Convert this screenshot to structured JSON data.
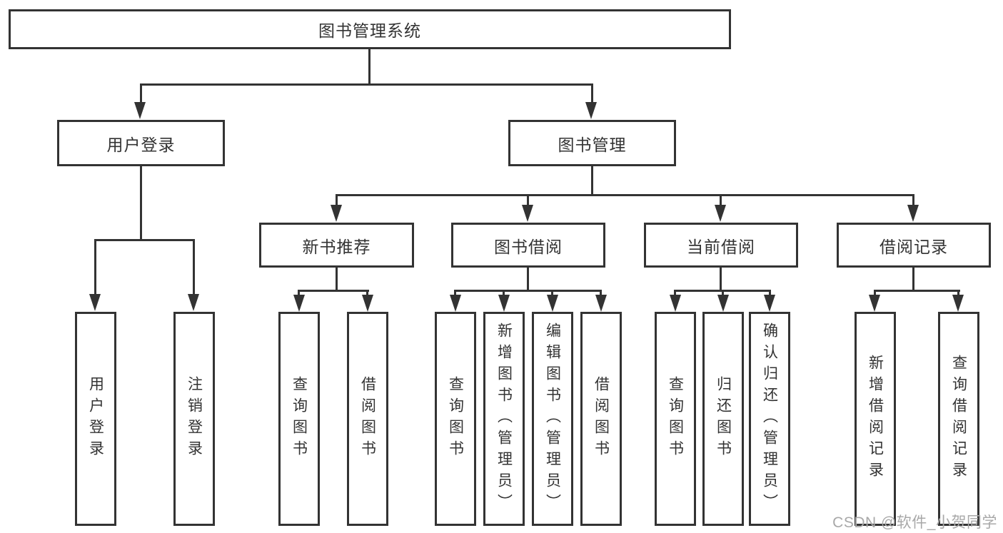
{
  "diagram": {
    "type": "hierarchy-tree",
    "tree": {
      "root": {
        "label": "图书管理系统",
        "children": [
          {
            "label": "用户登录",
            "children": [
              {
                "label": "用户登录"
              },
              {
                "label": "注销登录"
              }
            ]
          },
          {
            "label": "图书管理",
            "children": [
              {
                "label": "新书推荐",
                "children": [
                  {
                    "label": "查询图书"
                  },
                  {
                    "label": "借阅图书"
                  }
                ]
              },
              {
                "label": "图书借阅",
                "children": [
                  {
                    "label": "查询图书"
                  },
                  {
                    "label": "新增图书（管理员）"
                  },
                  {
                    "label": "编辑图书（管理员）"
                  },
                  {
                    "label": "借阅图书"
                  }
                ]
              },
              {
                "label": "当前借阅",
                "children": [
                  {
                    "label": "查询图书"
                  },
                  {
                    "label": "归还图书"
                  },
                  {
                    "label": "确认归还（管理员）"
                  }
                ]
              },
              {
                "label": "借阅记录",
                "children": [
                  {
                    "label": "新增借阅记录"
                  },
                  {
                    "label": "查询借阅记录"
                  }
                ]
              }
            ]
          }
        ]
      }
    },
    "colors": {
      "line": "#333333",
      "box_border": "#333333",
      "box_fill": "#ffffff",
      "text": "#333333",
      "watermark": "#a8a8a8",
      "background": "#ffffff"
    },
    "watermark": {
      "text": "CSDN @软件_小贺同学"
    }
  }
}
